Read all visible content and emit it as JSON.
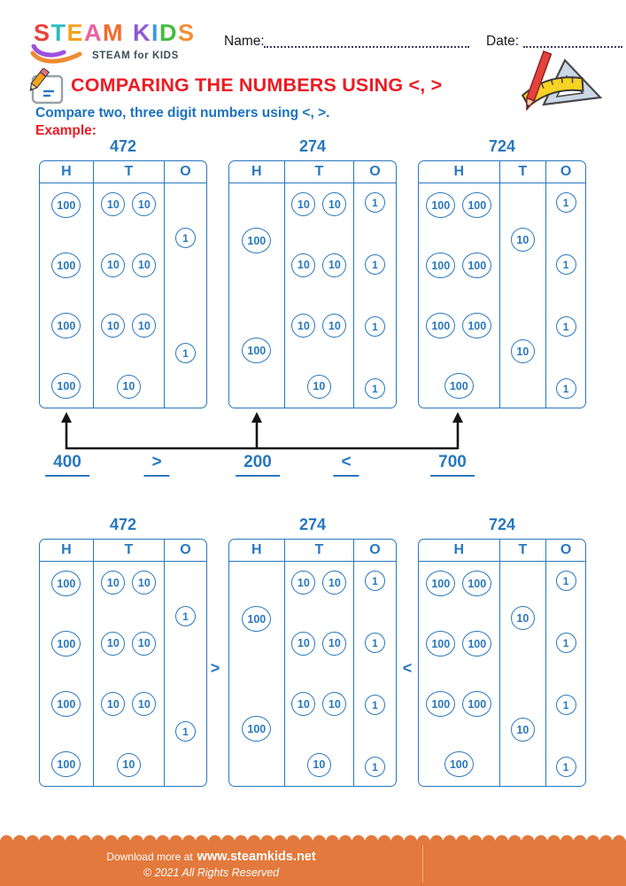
{
  "logo": {
    "letters": [
      {
        "ch": "S",
        "color": "#E8423C"
      },
      {
        "ch": "T",
        "color": "#2BBDBD"
      },
      {
        "ch": "E",
        "color": "#F4A21F"
      },
      {
        "ch": "A",
        "color": "#EE5FA0"
      },
      {
        "ch": "M",
        "color": "#F26A2B"
      },
      {
        "ch": " ",
        "color": ""
      },
      {
        "ch": "K",
        "color": "#8E57D6"
      },
      {
        "ch": "I",
        "color": "#3B9BE0"
      },
      {
        "ch": "D",
        "color": "#45BC42"
      },
      {
        "ch": "S",
        "color": "#F29033"
      }
    ],
    "tagline": "STEAM for KIDS"
  },
  "header": {
    "name_label": "Name:",
    "date_label": "Date:"
  },
  "title": "COMPARING THE NUMBERS USING <, >",
  "instruction": "Compare two, three digit numbers using <, >.",
  "example_label": "Example:",
  "example": {
    "tables": [
      {
        "number": "472",
        "columns": [
          {
            "header": "H",
            "width": 61,
            "rows": [
              [
                "100"
              ],
              [
                "100"
              ],
              [
                "100"
              ],
              [
                "100"
              ]
            ]
          },
          {
            "header": "T",
            "width": 81,
            "rows": [
              [
                "10",
                "10"
              ],
              [
                "10",
                "10"
              ],
              [
                "10",
                "10"
              ],
              [
                "10"
              ]
            ]
          },
          {
            "header": "O",
            "width": 48,
            "rows": [
              [
                "1"
              ],
              [
                "1"
              ]
            ]
          }
        ]
      },
      {
        "number": "274",
        "columns": [
          {
            "header": "H",
            "width": 63,
            "rows": [
              [
                "100"
              ],
              [
                "100"
              ]
            ]
          },
          {
            "header": "T",
            "width": 79,
            "rows": [
              [
                "10",
                "10"
              ],
              [
                "10",
                "10"
              ],
              [
                "10",
                "10"
              ],
              [
                "10"
              ]
            ]
          },
          {
            "header": "O",
            "width": 48,
            "rows": [
              [
                "1"
              ],
              [
                "1"
              ],
              [
                "1"
              ],
              [
                "1"
              ]
            ]
          }
        ]
      },
      {
        "number": "724",
        "columns": [
          {
            "header": "H",
            "width": 93,
            "rows": [
              [
                "100",
                "100"
              ],
              [
                "100",
                "100"
              ],
              [
                "100",
                "100"
              ],
              [
                "100"
              ]
            ]
          },
          {
            "header": "T",
            "width": 53,
            "rows": [
              [
                "10"
              ],
              [
                "10"
              ]
            ]
          },
          {
            "header": "O",
            "width": 45,
            "rows": [
              [
                "1"
              ],
              [
                "1"
              ],
              [
                "1"
              ],
              [
                "1"
              ]
            ]
          }
        ]
      }
    ],
    "answers": [
      "400",
      ">",
      "200",
      "<",
      "700"
    ]
  },
  "exercise": {
    "tables": [
      {
        "number": "472",
        "columns": [
          {
            "header": "H",
            "width": 61,
            "rows": [
              [
                "100"
              ],
              [
                "100"
              ],
              [
                "100"
              ],
              [
                "100"
              ]
            ]
          },
          {
            "header": "T",
            "width": 81,
            "rows": [
              [
                "10",
                "10"
              ],
              [
                "10",
                "10"
              ],
              [
                "10",
                "10"
              ],
              [
                "10"
              ]
            ]
          },
          {
            "header": "O",
            "width": 48,
            "rows": [
              [
                "1"
              ],
              [
                "1"
              ]
            ]
          }
        ]
      },
      {
        "number": "274",
        "columns": [
          {
            "header": "H",
            "width": 63,
            "rows": [
              [
                "100"
              ],
              [
                "100"
              ]
            ]
          },
          {
            "header": "T",
            "width": 79,
            "rows": [
              [
                "10",
                "10"
              ],
              [
                "10",
                "10"
              ],
              [
                "10",
                "10"
              ],
              [
                "10"
              ]
            ]
          },
          {
            "header": "O",
            "width": 48,
            "rows": [
              [
                "1"
              ],
              [
                "1"
              ],
              [
                "1"
              ],
              [
                "1"
              ]
            ]
          }
        ]
      },
      {
        "number": "724",
        "columns": [
          {
            "header": "H",
            "width": 93,
            "rows": [
              [
                "100",
                "100"
              ],
              [
                "100",
                "100"
              ],
              [
                "100",
                "100"
              ],
              [
                "100"
              ]
            ]
          },
          {
            "header": "T",
            "width": 53,
            "rows": [
              [
                "10"
              ],
              [
                "10"
              ]
            ]
          },
          {
            "header": "O",
            "width": 45,
            "rows": [
              [
                "1"
              ],
              [
                "1"
              ],
              [
                "1"
              ],
              [
                "1"
              ]
            ]
          }
        ]
      }
    ],
    "comparisons": [
      ">",
      "<"
    ]
  },
  "footer": {
    "download_prefix": "Download more at",
    "site": "www.steamkids.net",
    "copyright": "© 2021 All Rights Reserved"
  },
  "colors": {
    "blue": "#2878BE",
    "red": "#EC1C24",
    "orange": "#E3793C"
  }
}
